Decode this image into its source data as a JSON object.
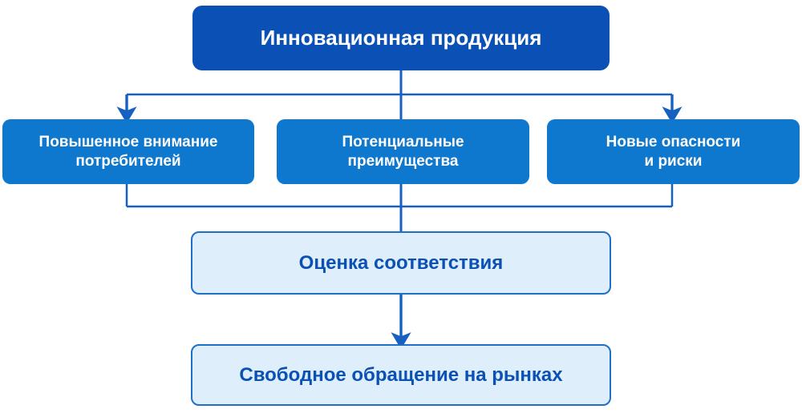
{
  "diagram": {
    "title_node": {
      "id": "innovative-production",
      "label": "Инновационная продукция",
      "fill": "#0B50B5",
      "text_color": "#FFFFFF"
    },
    "branch_nodes": [
      {
        "id": "consumer-attention",
        "label": "Повышенное внимание\nпотребителей",
        "fill": "#0D78CE",
        "text_color": "#FFFFFF"
      },
      {
        "id": "potential-advantages",
        "label": "Потенциальные\nпреимущества",
        "fill": "#0D78CE",
        "text_color": "#FFFFFF"
      },
      {
        "id": "new-hazards-risks",
        "label": "Новые опасности\nи риски",
        "fill": "#0D78CE",
        "text_color": "#FFFFFF"
      }
    ],
    "outcome_nodes": [
      {
        "id": "conformity-assessment",
        "label": "Оценка соответствия",
        "fill": "#DEEEFB",
        "border": "#1E6FC6",
        "text_color": "#0B50B5"
      },
      {
        "id": "free-circulation-markets",
        "label": "Свободное обращение на рынках",
        "fill": "#DEEEFB",
        "border": "#1E6FC6",
        "text_color": "#0B50B5"
      }
    ],
    "connector_color": "#1560C0",
    "background": "#FFFFFF"
  }
}
